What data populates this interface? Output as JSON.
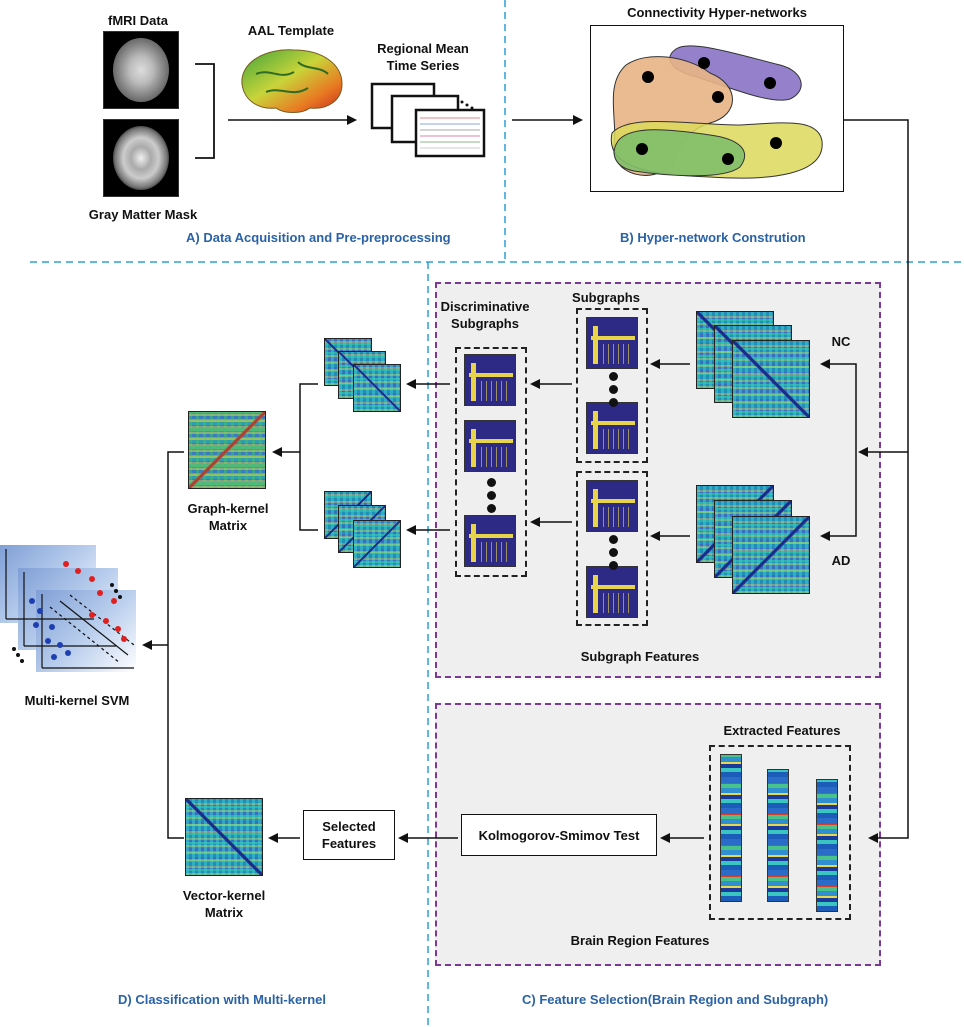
{
  "stageA": {
    "fmri_label": "fMRI Data",
    "aal_label": "AAL Template",
    "rmts_label": "Regional Mean Time Series",
    "gm_label": "Gray Matter Mask",
    "section_label": "A) Data Acquisition and Pre-preprocessing"
  },
  "stageB": {
    "title": "Connectivity Hyper-networks",
    "section_label": "B) Hyper-network Constrution"
  },
  "subgraph_panel": {
    "discriminative_label": "Discriminative Subgraphs",
    "subgraphs_label": "Subgraphs",
    "nc_label": "NC",
    "ad_label": "AD",
    "panel_label": "Subgraph Features"
  },
  "brain_panel": {
    "extracted_label": "Extracted Features",
    "ks_test_label": "Kolmogorov-Smimov Test",
    "panel_label": "Brain Region Features"
  },
  "stageD": {
    "graph_kernel_label": "Graph-kernel Matrix",
    "selected_label": "Selected Features",
    "vector_kernel_label": "Vector-kernel Matrix",
    "svm_label": "Multi-kernel SVM",
    "section_label": "D) Classification with Multi-kernel"
  },
  "stageC": {
    "section_label": "C) Feature Selection(Brain Region and Subgraph)"
  },
  "colors": {
    "section_text": "#2a62a8",
    "divider": "#2a9fd8",
    "panel_border": "#7a3a96",
    "hyperedge_purple": "#8a72c6",
    "hyperedge_orange": "#e8b485",
    "hyperedge_yellow": "#dcd95a",
    "hyperedge_green": "#7fbf6a"
  }
}
